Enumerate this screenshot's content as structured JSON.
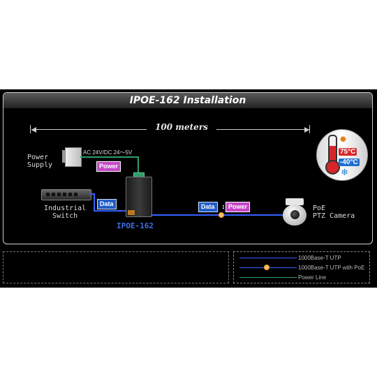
{
  "title": "IPOE-162 Installation",
  "distance_label": "100 meters",
  "devices": {
    "power_supply": "Power\nSupply",
    "supply_spec": "AC 24V/DC 24～5V",
    "industrial_switch": "Industrial\nSwitch",
    "converter": "IPOE-162",
    "camera": "PoE\nPTZ Camera"
  },
  "tags": {
    "power": "Power",
    "data": "Data",
    "link_data": "Data",
    "link_power": "Power"
  },
  "temperatures": {
    "hot": "75°C",
    "cold": "-40°C"
  },
  "legend": [
    {
      "label": "1000Base-T UTP",
      "color": "#3561ff"
    },
    {
      "label": "1000Base-T UTP with PoE",
      "color": "#3561ff"
    },
    {
      "label": "Power Line",
      "color": "#2f9d6a"
    }
  ],
  "icons": [
    "thermometer-icon",
    "sun-icon",
    "snowflake-icon"
  ]
}
